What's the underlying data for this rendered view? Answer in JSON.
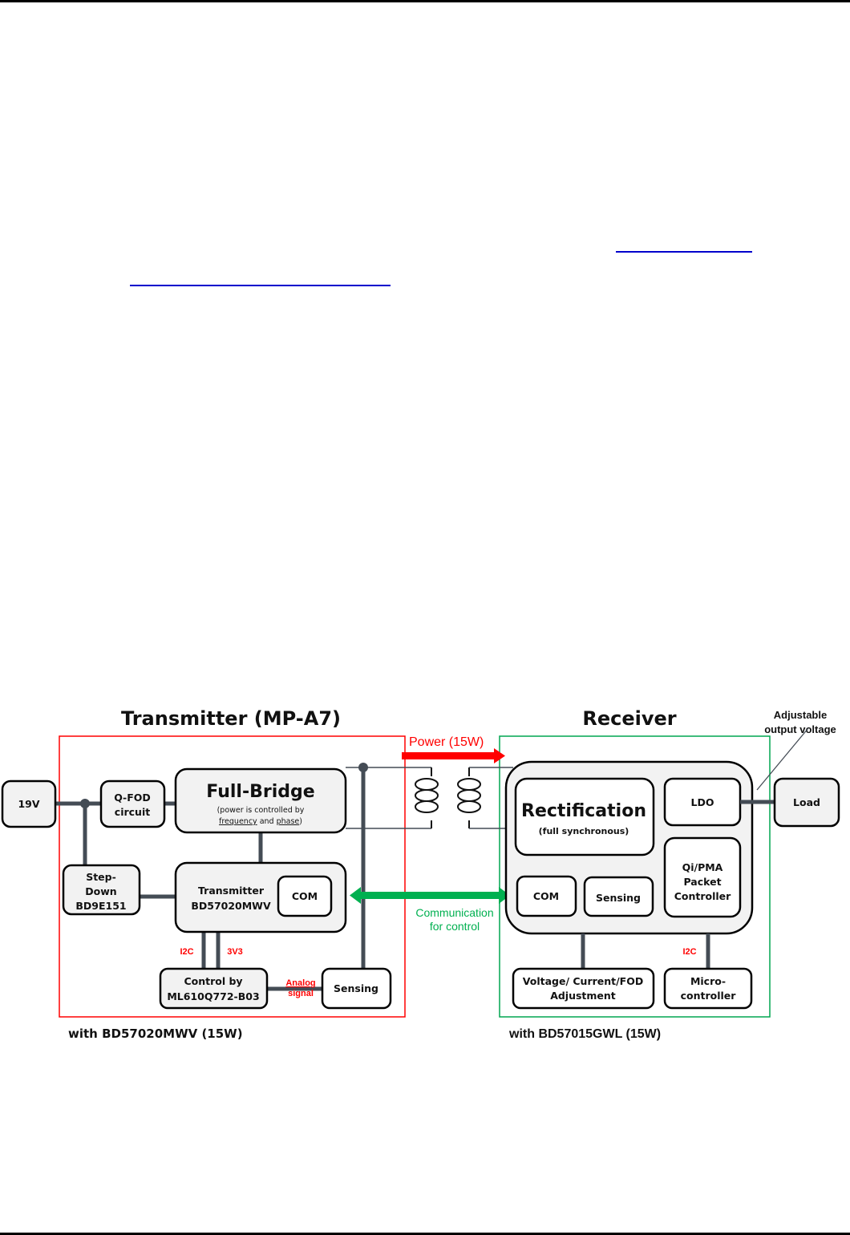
{
  "page": {
    "links": [
      {
        "text": "",
        "name": "hyperlink-1"
      },
      {
        "text": "",
        "name": "hyperlink-2"
      }
    ]
  },
  "diagram": {
    "transmitter": {
      "title": "Transmitter (MP-A7)",
      "caption": "with BD57020MWV (15W)",
      "border_color": "#ff0000",
      "blocks": {
        "input": "19V",
        "qfod_line1": "Q-FOD",
        "qfod_line2": "circuit",
        "fullbridge_title": "Full-Bridge",
        "fullbridge_sub1": "(power is controlled by",
        "fullbridge_sub2_a": "frequency",
        "fullbridge_sub2_b": " and ",
        "fullbridge_sub2_c": "phase",
        "fullbridge_sub2_d": ")",
        "stepdown_line1": "Step-",
        "stepdown_line2": "Down",
        "stepdown_line3": "BD9E151",
        "tx_line1": "Transmitter",
        "tx_line2": "BD57020MWV",
        "com": "COM",
        "control_line1": "Control by",
        "control_line2": "ML610Q772-B03",
        "sensing": "Sensing"
      },
      "labels": {
        "i2c": "I2C",
        "v3v3": "3V3",
        "analog_line1": "Analog",
        "analog_line2": "signal"
      }
    },
    "link": {
      "power_label": "Power (15W)",
      "power_color": "#ff0000",
      "comm_line1": "Communication",
      "comm_line2": "for control",
      "comm_color": "#00b050"
    },
    "receiver": {
      "title": "Receiver",
      "caption": "with BD57015GWL (15W)",
      "border_color": "#00a651",
      "annotation_line1": "Adjustable",
      "annotation_line2": "output voltage",
      "blocks": {
        "rect_title": "Rectification",
        "rect_sub": "(full synchronous)",
        "ldo": "LDO",
        "load": "Load",
        "qi_line1": "Qi/PMA",
        "qi_line2": "Packet",
        "qi_line3": "Controller",
        "com": "COM",
        "sensing": "Sensing",
        "adj_line1": "Voltage/ Current/FOD",
        "adj_line2": "Adjustment",
        "mcu_line1": "Micro-",
        "mcu_line2": "controller"
      },
      "labels": {
        "i2c": "I2C"
      }
    }
  }
}
